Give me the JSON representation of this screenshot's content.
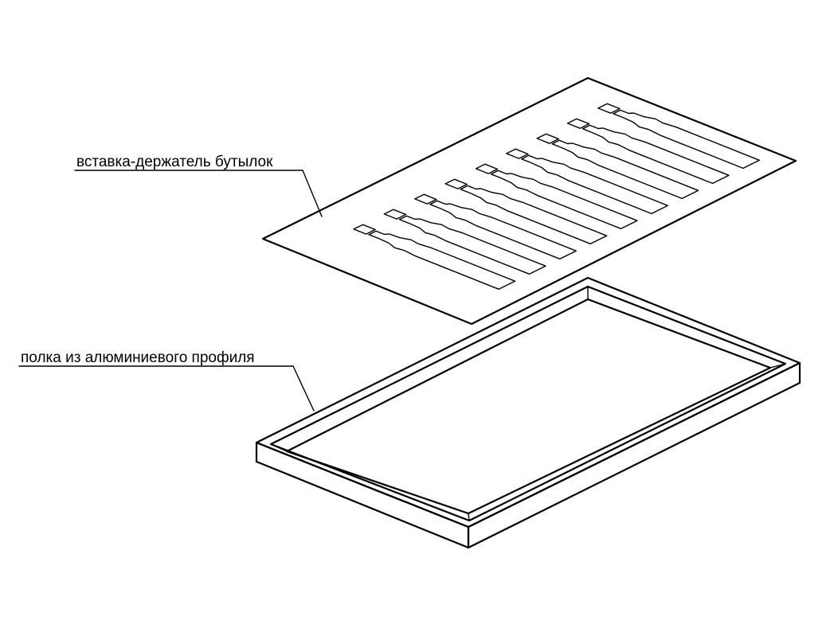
{
  "labels": {
    "insert": "вставка-держатель бутылок",
    "shelf": "полка из алюминиевого профиля"
  },
  "insert_slot_count": 9,
  "colors": {
    "line": "#000000",
    "background": "#ffffff"
  }
}
